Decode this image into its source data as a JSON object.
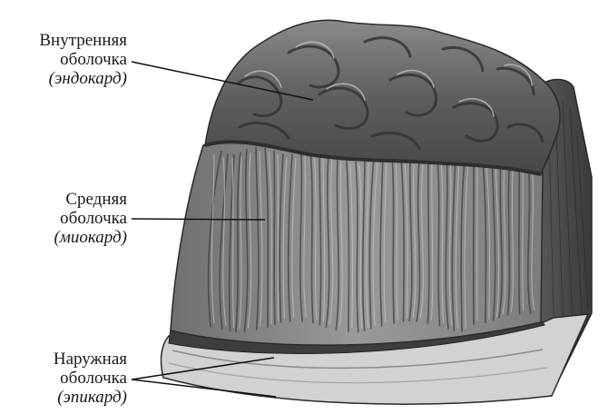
{
  "labels": {
    "endocardium": {
      "line1": "Внутренняя",
      "line2": "оболочка",
      "term": "(эндокард)"
    },
    "myocardium": {
      "line1": "Средняя",
      "line2": "оболочка",
      "term": "(миокард)"
    },
    "epicardium": {
      "line1": "Наружная",
      "line2": "оболочка",
      "term": "(эпикард)"
    }
  },
  "colors": {
    "endocardium": "#5f5f5f",
    "myocardium": "#8c8c8c",
    "epicardium": "#cfcfcf",
    "outline": "#2a2a2a",
    "leader": "#111111"
  }
}
